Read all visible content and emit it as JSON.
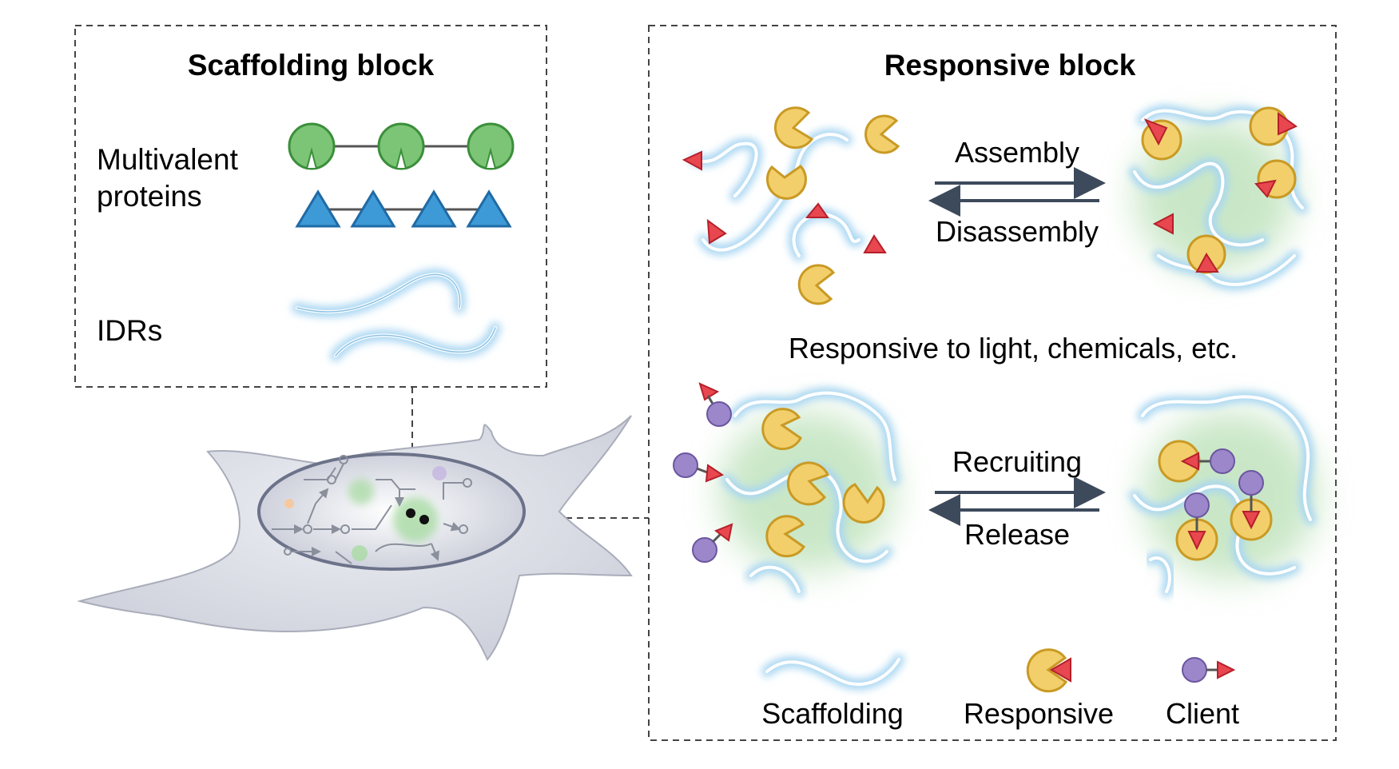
{
  "scaffolding_block": {
    "title": "Scaffolding block",
    "multivalent_label_line1": "Multivalent",
    "multivalent_label_line2": "proteins",
    "idrs_label": "IDRs"
  },
  "responsive_block": {
    "title": "Responsive block",
    "assembly_label": "Assembly",
    "disassembly_label": "Disassembly",
    "responsive_note": "Responsive to light, chemicals, etc.",
    "recruiting_label": "Recruiting",
    "release_label": "Release"
  },
  "legend": {
    "scaffolding": "Scaffolding",
    "responsive": "Responsive",
    "client": "Client"
  },
  "colors": {
    "green_domain": "#7cc576",
    "blue_triangle": "#3e9ad6",
    "pacman_yellow": "#f2cf6b",
    "ligand_red": "#e8474f",
    "client_purple": "#9b87c9",
    "idr_glow": "#a8d6f2",
    "arrow": "#3d4a5c",
    "cell_gray": "#dfe1e8"
  }
}
